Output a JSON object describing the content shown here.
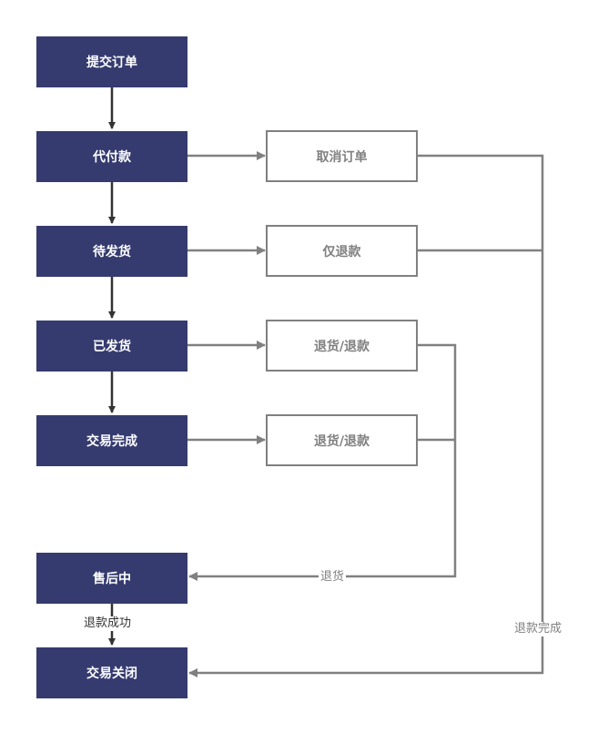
{
  "colors": {
    "primary_fill": "#353b6f",
    "primary_text": "#ffffff",
    "secondary_border": "#808080",
    "secondary_text": "#808080",
    "main_arrow": "#333333",
    "side_arrow": "#808080"
  },
  "nodes": {
    "submit": "提交订单",
    "pay": "代付款",
    "ship_pending": "待发货",
    "shipped": "已发货",
    "completed": "交易完成",
    "after_sale": "售后中",
    "closed": "交易关闭",
    "cancel": "取消订单",
    "refund_only": "仅退款",
    "return_refund_1": "退货/退款",
    "return_refund_2": "退货/退款"
  },
  "edge_labels": {
    "return": "退货",
    "refund_success": "退款成功",
    "refund_complete": "退款完成"
  }
}
